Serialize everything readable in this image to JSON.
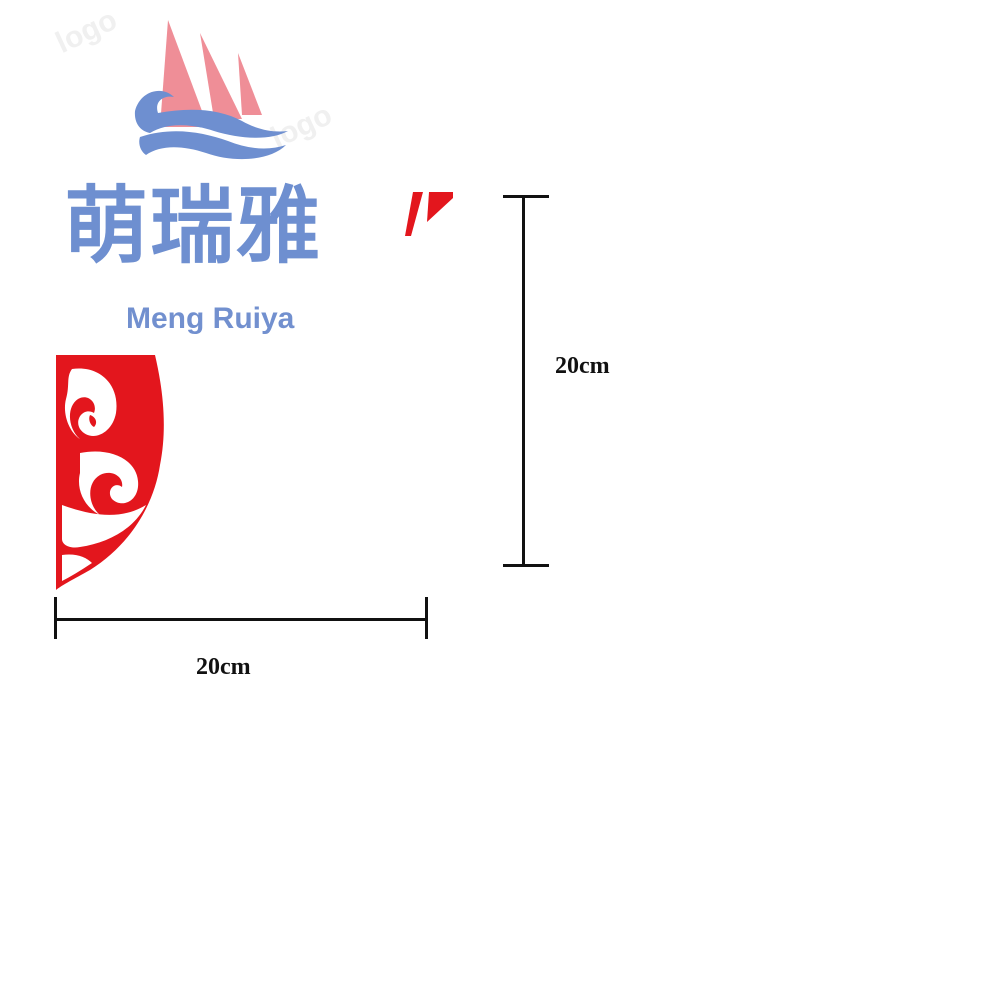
{
  "brand": {
    "name_cn": "萌瑞雅",
    "name_en": "Meng Ruiya",
    "logo_mark": "sailboat-on-waves-icon",
    "colors": {
      "sail": "#ef8e97",
      "wave": "#6e8fd0",
      "text": "#6e8fd0"
    }
  },
  "product": {
    "pattern": "red-auspicious-cloud-corner-ornament",
    "pattern_color": "#e3161d"
  },
  "dimensions": {
    "width_label": "20cm",
    "height_label": "20cm",
    "line_color": "#111111"
  }
}
